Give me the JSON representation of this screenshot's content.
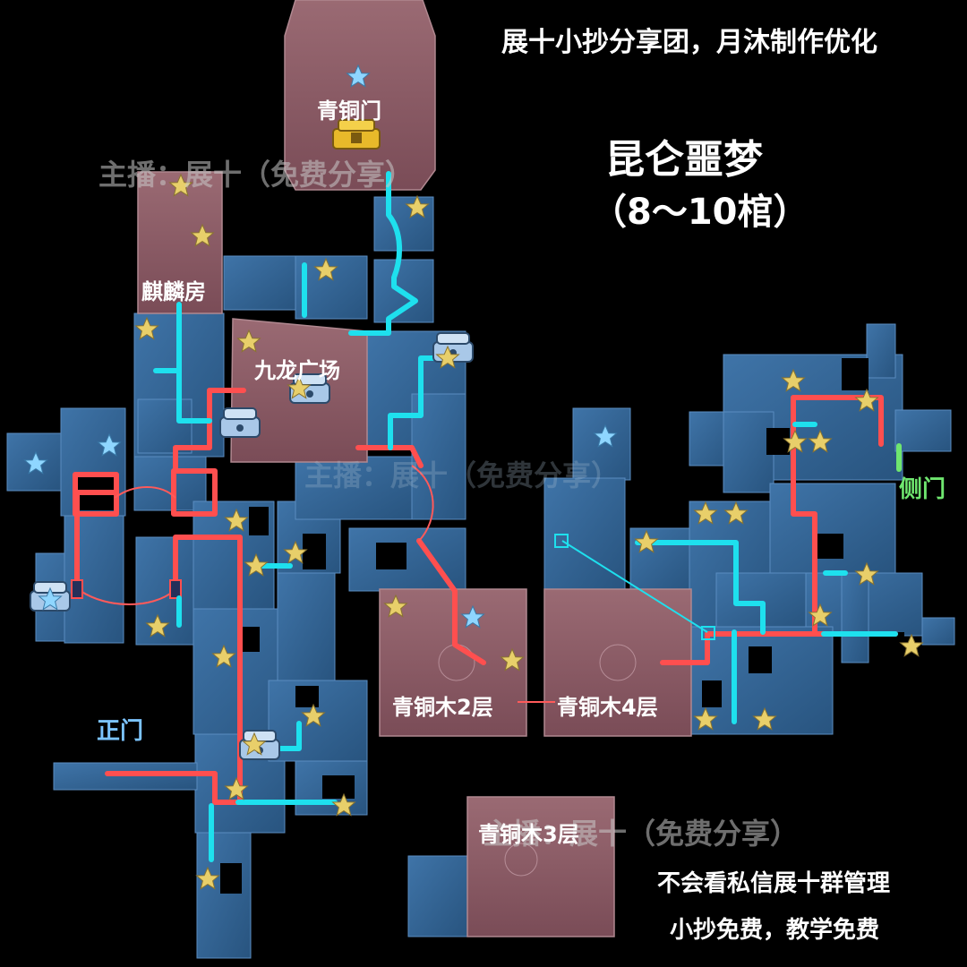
{
  "header": {
    "credit": "展十小抄分享团，月沐制作优化",
    "title": "昆仑噩梦",
    "subtitle": "（8～10棺）"
  },
  "watermarks": [
    "主播：展十（免费分享）",
    "主播：展十（免费分享）",
    "主播：展十（免费分享）"
  ],
  "rooms": {
    "bronze_gate": "青铜门",
    "qilin_room": "麒麟房",
    "nine_dragon_plaza": "九龙广场",
    "bronze_tree_2": "青铜木2层",
    "bronze_tree_4": "青铜木4层",
    "bronze_tree_3": "青铜木3层"
  },
  "doors": {
    "main": "正门",
    "side": "侧门"
  },
  "notes": {
    "line1": "不会看私信展十群管理",
    "line2": "小抄免费，教学免费"
  },
  "colors": {
    "background": "#000000",
    "corridor": "#2f5f8f",
    "room_pink": "#8a5a66",
    "route_red": "#ff4f4f",
    "route_cyan": "#1ee0ee",
    "star_gold": "#e8cf6a",
    "star_blue": "#8fd6ff",
    "side_door_green": "#6fe66f",
    "main_door_blue": "#7cc4ff"
  },
  "icons": [
    "star-icon",
    "blue-star-icon",
    "treasure-chest-icon",
    "gold-chest-icon"
  ]
}
